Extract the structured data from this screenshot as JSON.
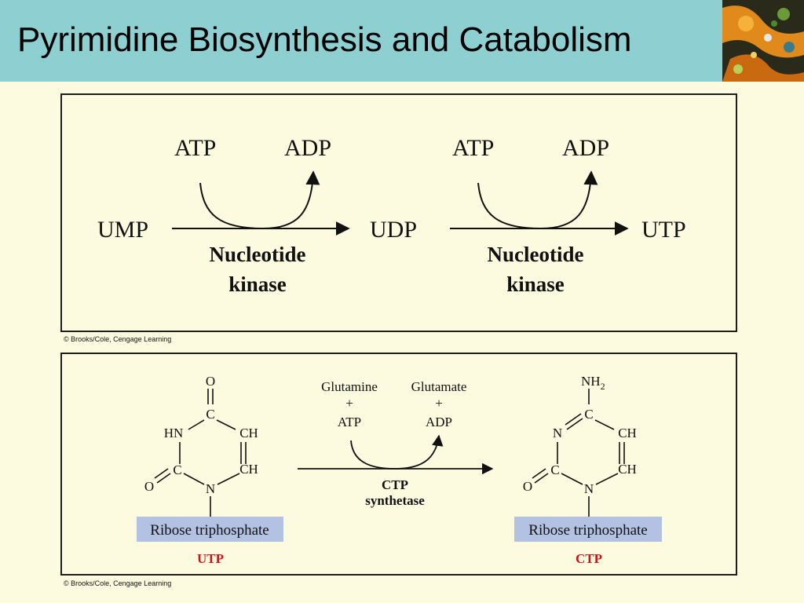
{
  "slide": {
    "title": "Pyrimidine Biosynthesis and Catabolism"
  },
  "panel1": {
    "reactions": [
      {
        "substrate": "UMP",
        "cofactor_in": "ATP",
        "cofactor_out": "ADP",
        "enzyme_line1": "Nucleotide",
        "enzyme_line2": "kinase"
      },
      {
        "substrate": "UDP",
        "cofactor_in": "ATP",
        "cofactor_out": "ADP",
        "enzyme_line1": "Nucleotide",
        "enzyme_line2": "kinase",
        "product": "UTP"
      }
    ],
    "credit": "© Brooks/Cole, Cengage Learning"
  },
  "panel2": {
    "utp": {
      "atoms": {
        "o_top": "O",
        "c4": "C",
        "hn": "HN",
        "ch5": "CH",
        "ch6": "CH",
        "c2": "C",
        "o_left": "O",
        "n1": "N"
      },
      "ribose": "Ribose triphosphate",
      "name": "UTP"
    },
    "reaction": {
      "left_line1": "Glutamine",
      "left_plus": "+",
      "left_line2": "ATP",
      "right_line1": "Glutamate",
      "right_plus": "+",
      "right_line2": "ADP",
      "enzyme_line1": "CTP",
      "enzyme_line2": "synthetase"
    },
    "ctp": {
      "atoms": {
        "nh2": "NH",
        "nh2_sub": "2",
        "c4": "C",
        "n3": "N",
        "ch5": "CH",
        "ch6": "CH",
        "c2": "C",
        "o_left": "O",
        "n1": "N"
      },
      "ribose": "Ribose triphosphate",
      "name": "CTP"
    },
    "credit": "© Brooks/Cole, Cengage Learning"
  },
  "colors": {
    "header_bg": "#8ecfd1",
    "slide_bg": "#fdfbdf",
    "ribose_box": "#b3c2e2",
    "label_red": "#c4161c"
  }
}
